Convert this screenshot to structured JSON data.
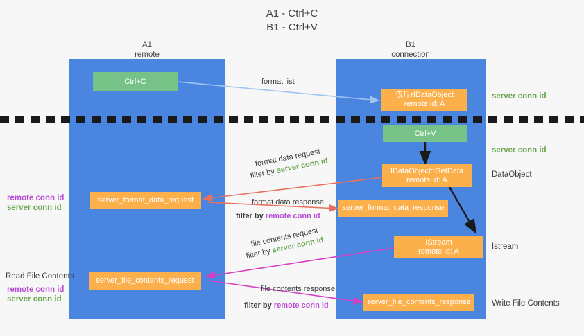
{
  "title": {
    "line1": "A1 - Ctrl+C",
    "line2": "B1 - Ctrl+V"
  },
  "lanes": [
    {
      "id": "a1",
      "title": "A1",
      "subtitle": "remote",
      "color": "#4a86e0"
    },
    {
      "id": "b1",
      "title": "B1",
      "subtitle": "connection",
      "color": "#4a86e0"
    }
  ],
  "nodes": {
    "ctrl_c": {
      "label": "Ctrl+C",
      "color": "#77c387"
    },
    "ctrl_v": {
      "label": "Ctrl+V",
      "color": "#77c387"
    },
    "idataobject_list": {
      "line1": "仅斤rIDataObject",
      "line2": "remote id: A",
      "color": "#fbb04c"
    },
    "idataobject_getdata": {
      "line1": "IDataObject::GetData",
      "line2": "remote id: A",
      "color": "#fbb04c"
    },
    "istream": {
      "line1": "IStream",
      "line2": "remote id: A",
      "color": "#fbb04c"
    },
    "server_format_data_request": {
      "label": "server_format_data_request",
      "color": "#fbb04c"
    },
    "server_format_data_response": {
      "label": "server_format_data_response",
      "color": "#fbb04c"
    },
    "server_file_contents_request": {
      "label": "server_file_contents_request",
      "color": "#fbb04c"
    },
    "server_file_contents_response": {
      "label": "server_file_contents_response",
      "color": "#fbb04c"
    }
  },
  "captions": {
    "format_list": "format list",
    "format_data_request": "format data request",
    "format_data_request_filter_prefix": "filter by ",
    "format_data_request_filter_value": "server conn id",
    "format_data_response": "format data response",
    "format_data_response_filter_prefix": "filter by ",
    "format_data_response_filter_value": "remote conn id",
    "file_contents_request": "file contents request",
    "file_contents_request_filter_prefix": "filter by ",
    "file_contents_request_filter_value": "server conn id",
    "file_contents_response": "file contents response",
    "file_contents_response_filter_prefix": "filter by ",
    "file_contents_response_filter_value": "remote conn id"
  },
  "annotations": {
    "right_server_conn_id_top": "server conn id",
    "right_server_conn_id_mid": "server conn id",
    "right_dataobject": "DataObject",
    "right_istream": "Istream",
    "right_write_file_contents": "Write File Contents",
    "left_remote_conn_id_1": "remote conn id",
    "left_server_conn_id_1": "server conn id",
    "left_read_file_contents": "Read File Contents",
    "left_remote_conn_id_2": "remote conn id",
    "left_server_conn_id_2": "server conn id"
  },
  "colors": {
    "lane": "#4a86e0",
    "green_box": "#77c387",
    "orange_box": "#fbb04c",
    "green_text": "#6aa84f",
    "purple_text": "#b84bd6",
    "arrow_blue": "#9fc5f0",
    "arrow_red": "#e8705f",
    "arrow_magenta": "#d43fc4",
    "arrow_black": "#1a1a1a",
    "background": "#f7f7f7"
  }
}
